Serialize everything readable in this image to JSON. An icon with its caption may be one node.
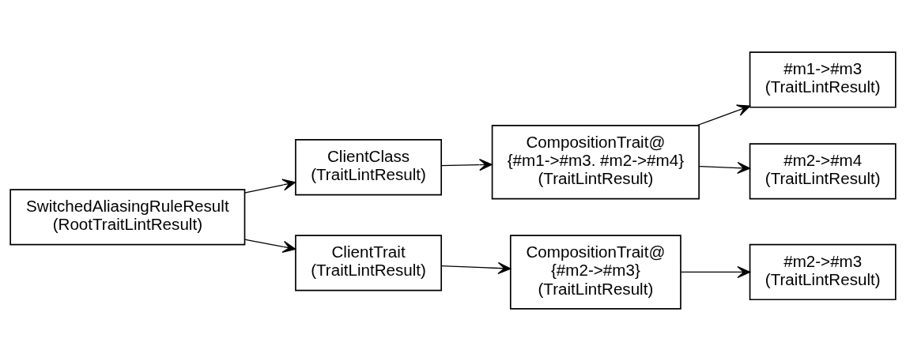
{
  "diagram": {
    "nodes": [
      {
        "text": [
          "ClientClass",
          "(TraitLintResult)"
        ]
      },
      {
        "text": [
          "CompositionTrait@",
          "{#m1->#m3. #m2->#m4}",
          "(TraitLintResult)"
        ]
      },
      {
        "text": [
          "#m1->#m3",
          "(TraitLintResult)"
        ]
      },
      {
        "text": [
          "SwitchedAliasingRuleResult",
          "(RootTraitLintResult)"
        ]
      },
      {
        "text": [
          "#m2->#m4",
          "(TraitLintResult)"
        ]
      },
      {
        "text": [
          "ClientTrait",
          "(TraitLintResult)"
        ]
      },
      {
        "text": [
          "CompositionTrait@",
          "{#m2->#m3}",
          "(TraitLintResult)"
        ]
      },
      {
        "text": [
          "#m2->#m3",
          "(TraitLintResult)"
        ]
      }
    ],
    "edges": [
      {
        "from": 3,
        "to": 0,
        "arrow": "to"
      },
      {
        "from": 3,
        "to": 5,
        "arrow": "to"
      },
      {
        "from": 0,
        "to": 1,
        "arrow": "to"
      },
      {
        "from": 1,
        "to": 2,
        "arrow": "to"
      },
      {
        "from": 1,
        "to": 4,
        "arrow": "to"
      },
      {
        "from": 5,
        "to": 6,
        "arrow": "to"
      },
      {
        "from": 6,
        "to": 7,
        "arrow": "to"
      }
    ]
  }
}
